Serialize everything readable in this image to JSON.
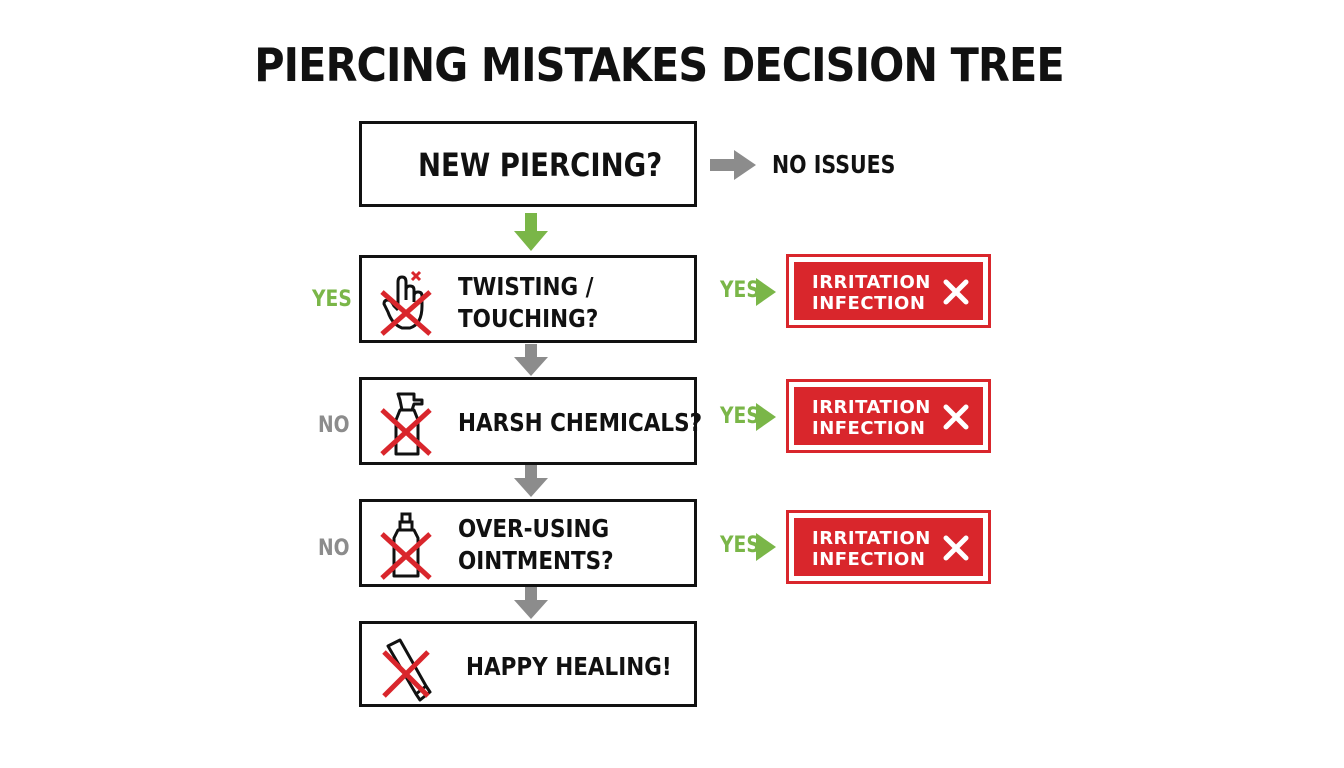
{
  "title": "PIERCING MISTAKES DECISION TREE",
  "start": {
    "label": "NEW PIERCING?",
    "side_text": "NO ISSUES"
  },
  "steps": [
    {
      "line1": "TWISTING /",
      "line2": "TOUCHING?",
      "left_label": "YES",
      "right_label": "YES",
      "outcome_line1": "IRRITATION",
      "outcome_line2": "INFECTION",
      "icon": "hand-touch-icon"
    },
    {
      "line1": "HARSH CHEMICALS?",
      "left_label": "NO",
      "right_label": "YES",
      "outcome_line1": "IRRITATION",
      "outcome_line2": "INFECTION",
      "icon": "spray-bottle-icon"
    },
    {
      "line1": "OVER-USING",
      "line2": "OINTMENTS?",
      "left_label": "NO",
      "right_label": "YES",
      "outcome_line1": "IRRITATION",
      "outcome_line2": "INFECTION",
      "icon": "ointment-bottle-icon"
    }
  ],
  "end": {
    "label": "HAPPY HEALING!",
    "icon": "ointment-tube-icon"
  },
  "colors": {
    "yes": "#7ab648",
    "no": "#8c8c8c",
    "danger": "#d9262c",
    "cross": "#d9262c"
  }
}
